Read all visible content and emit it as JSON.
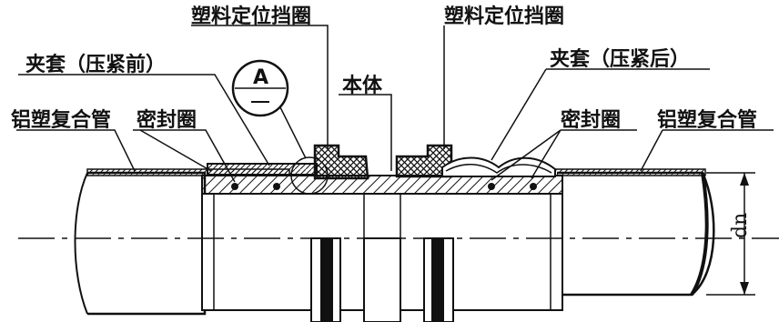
{
  "labels": {
    "stop_ring_left": "塑料定位挡圈",
    "stop_ring_right": "塑料定位挡圈",
    "sleeve_before": "夹套（压紧前）",
    "sleeve_after": "夹套（压紧后）",
    "body": "本体",
    "pipe_left": "铝塑复合管",
    "pipe_right": "铝塑复合管",
    "seal_left": "密封圈",
    "seal_right": "密封圈",
    "detail_mark": "A",
    "diameter": "dn"
  }
}
